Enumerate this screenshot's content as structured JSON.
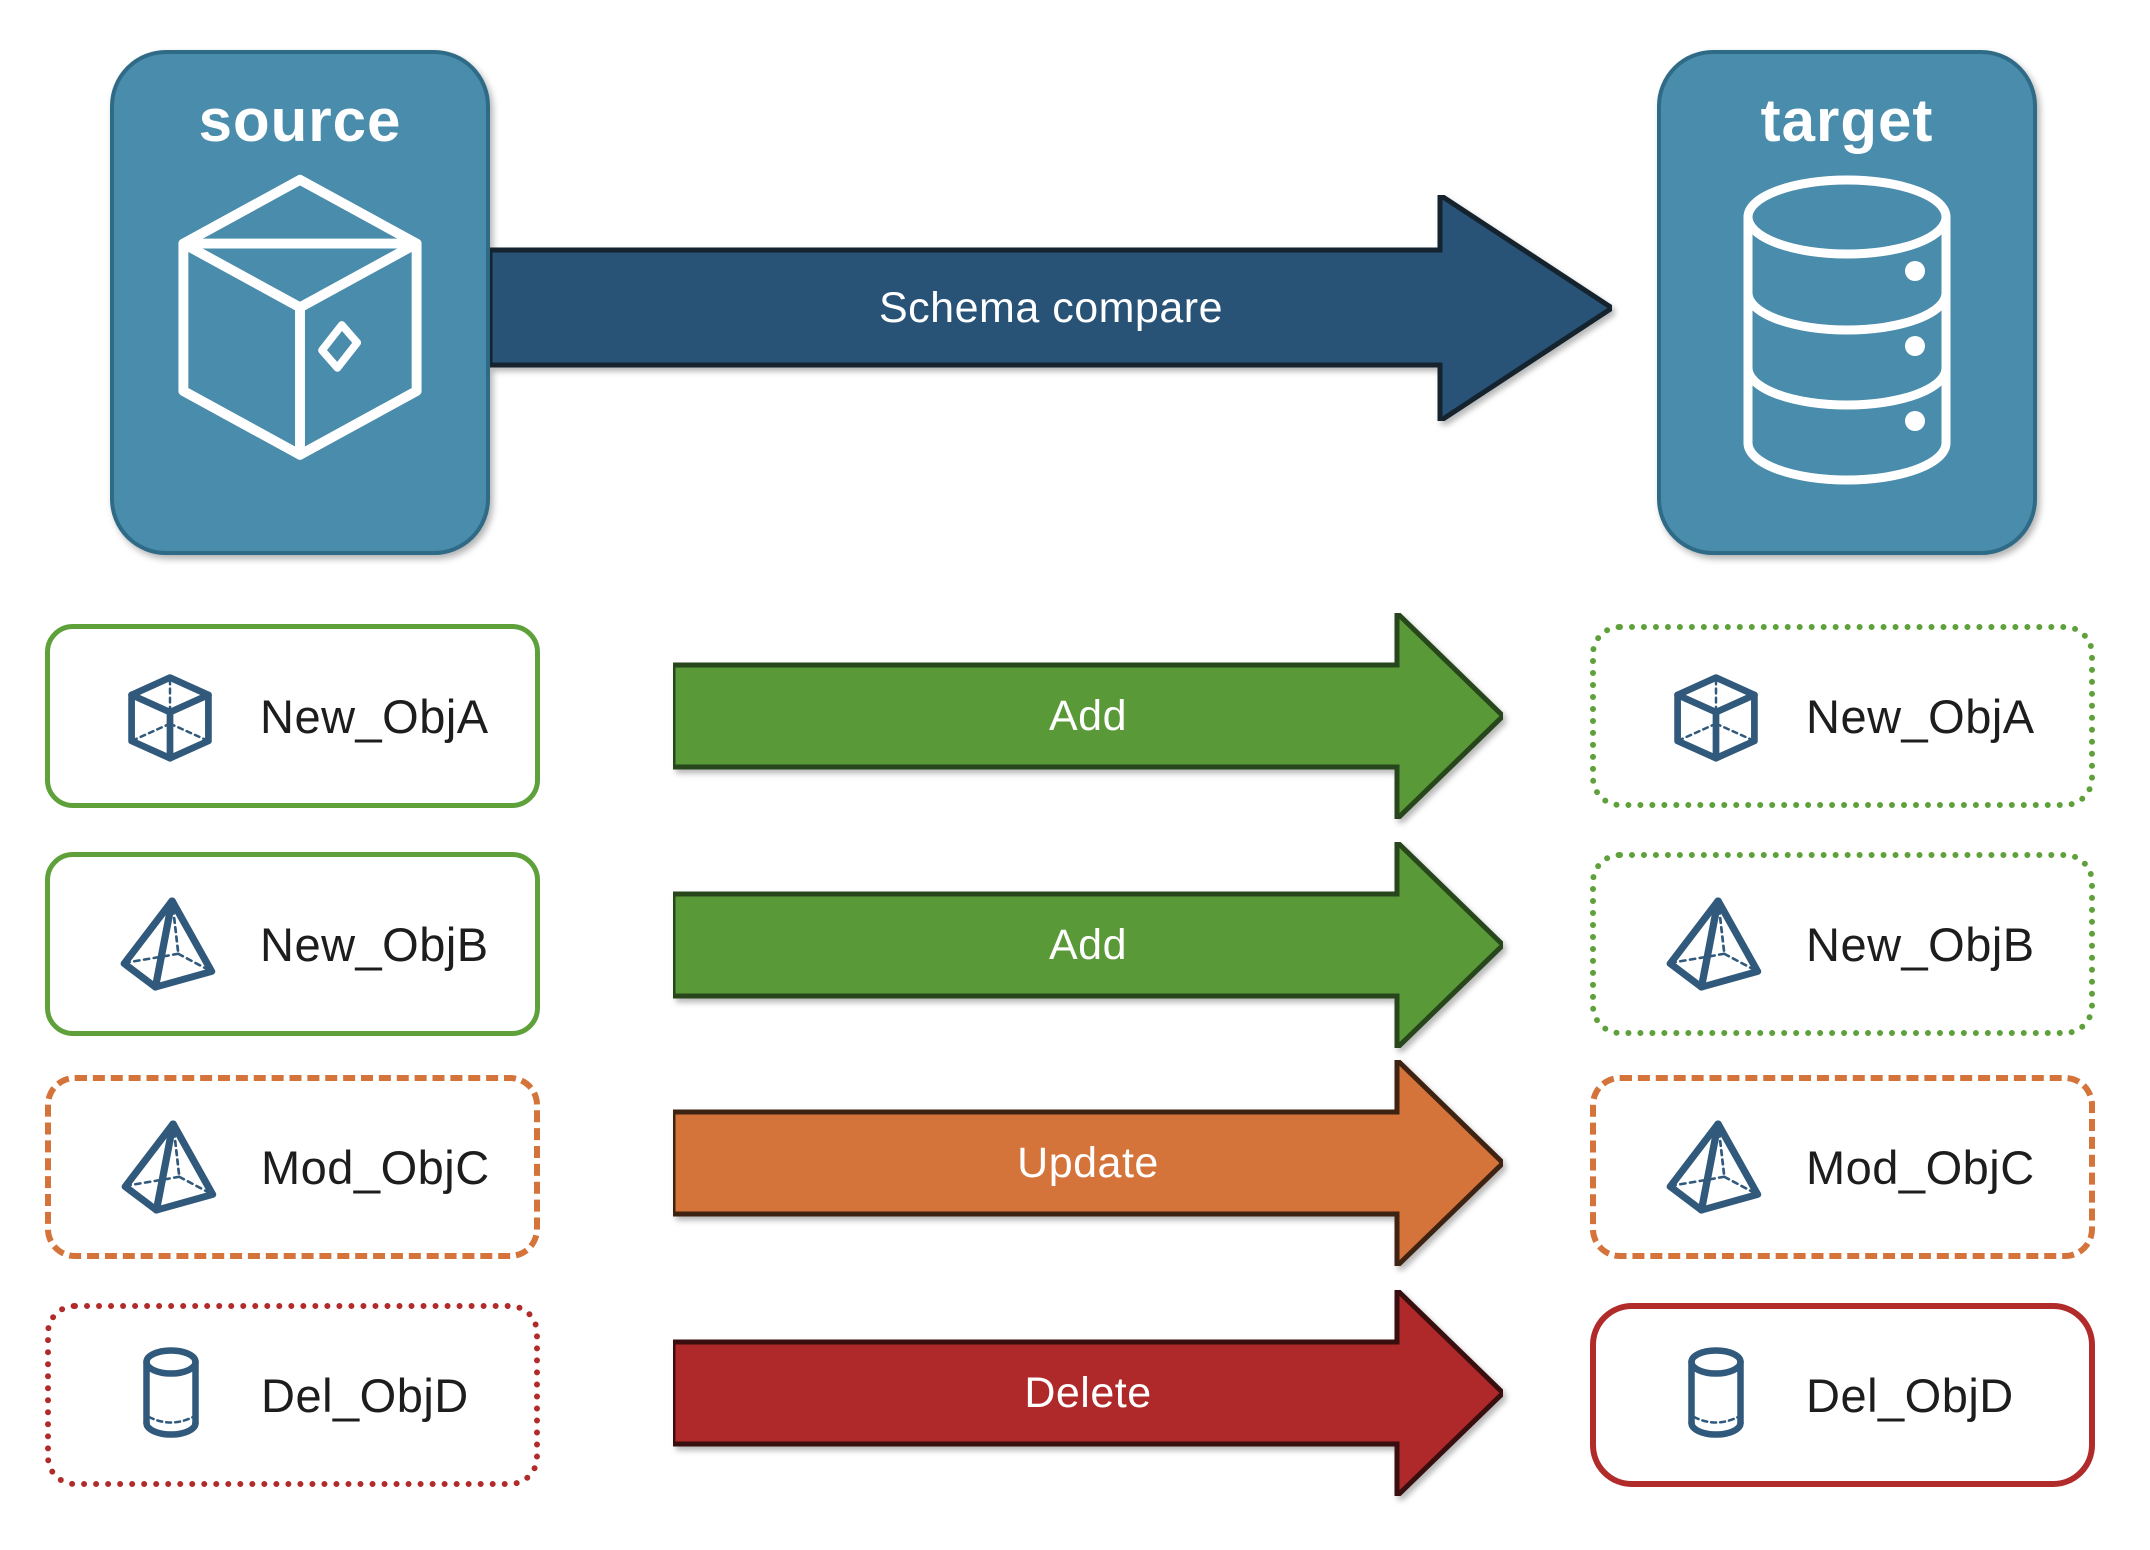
{
  "source_panel": {
    "label": "source",
    "icon": "package-box-icon"
  },
  "target_panel": {
    "label": "target",
    "icon": "database-icon"
  },
  "compare_arrow": {
    "label": "Schema compare"
  },
  "rows": [
    {
      "name": "New_ObjA",
      "icon": "cube-icon",
      "action": "Add",
      "change_type": "added"
    },
    {
      "name": "New_ObjB",
      "icon": "pyramid-icon",
      "action": "Add",
      "change_type": "added"
    },
    {
      "name": "Mod_ObjC",
      "icon": "pyramid-icon",
      "action": "Update",
      "change_type": "modified"
    },
    {
      "name": "Del_ObjD",
      "icon": "cylinder-icon",
      "action": "Delete",
      "change_type": "deleted"
    }
  ],
  "colors": {
    "panel_fill": "#4a8cab",
    "panel_border": "#2f6b87",
    "compare_arrow_fill": "#285377",
    "compare_arrow_outline": "#15232e",
    "add_arrow_fill": "#599937",
    "add_arrow_outline": "#27461b",
    "update_arrow_fill": "#d4733a",
    "update_arrow_outline": "#3f2312",
    "delete_arrow_fill": "#b0292a",
    "delete_arrow_outline": "#380e0e",
    "green_border": "#5ea13b",
    "orange_border": "#d4733a",
    "red_border": "#b12b2b",
    "object_icon_stroke": "#30597c",
    "label_text": "#1d1d1d",
    "arrow_text": "#ffffff"
  }
}
